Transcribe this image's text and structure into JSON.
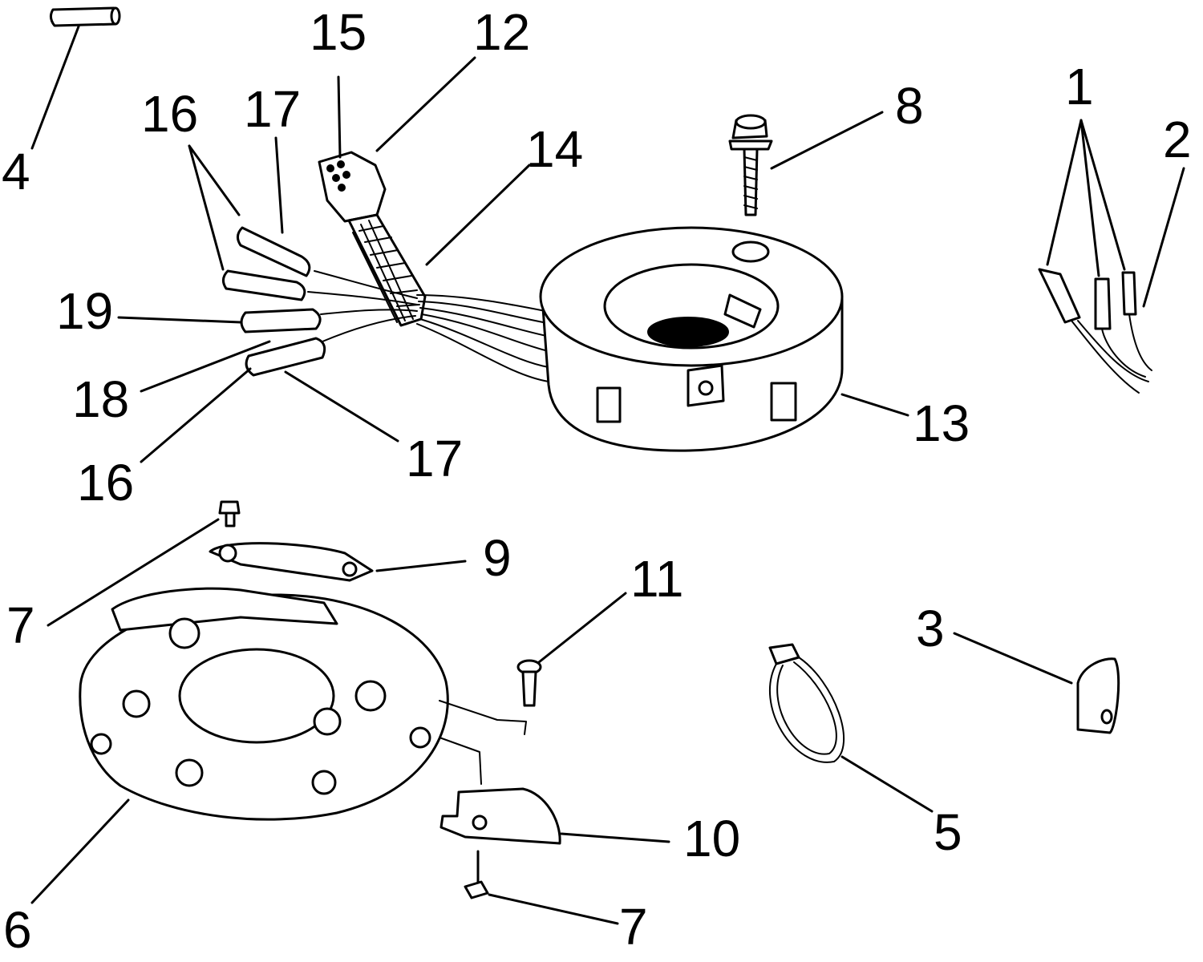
{
  "callouts": [
    {
      "id": "c1",
      "label": "1"
    },
    {
      "id": "c2",
      "label": "2"
    },
    {
      "id": "c3",
      "label": "3"
    },
    {
      "id": "c4",
      "label": "4"
    },
    {
      "id": "c5",
      "label": "5"
    },
    {
      "id": "c6",
      "label": "6"
    },
    {
      "id": "c7a",
      "label": "7"
    },
    {
      "id": "c7b",
      "label": "7"
    },
    {
      "id": "c8",
      "label": "8"
    },
    {
      "id": "c9",
      "label": "9"
    },
    {
      "id": "c10",
      "label": "10"
    },
    {
      "id": "c11",
      "label": "11"
    },
    {
      "id": "c12",
      "label": "12"
    },
    {
      "id": "c13",
      "label": "13"
    },
    {
      "id": "c14",
      "label": "14"
    },
    {
      "id": "c15",
      "label": "15"
    },
    {
      "id": "c16a",
      "label": "16"
    },
    {
      "id": "c16b",
      "label": "16"
    },
    {
      "id": "c17a",
      "label": "17"
    },
    {
      "id": "c17b",
      "label": "17"
    },
    {
      "id": "c18",
      "label": "18"
    },
    {
      "id": "c19",
      "label": "19"
    }
  ]
}
